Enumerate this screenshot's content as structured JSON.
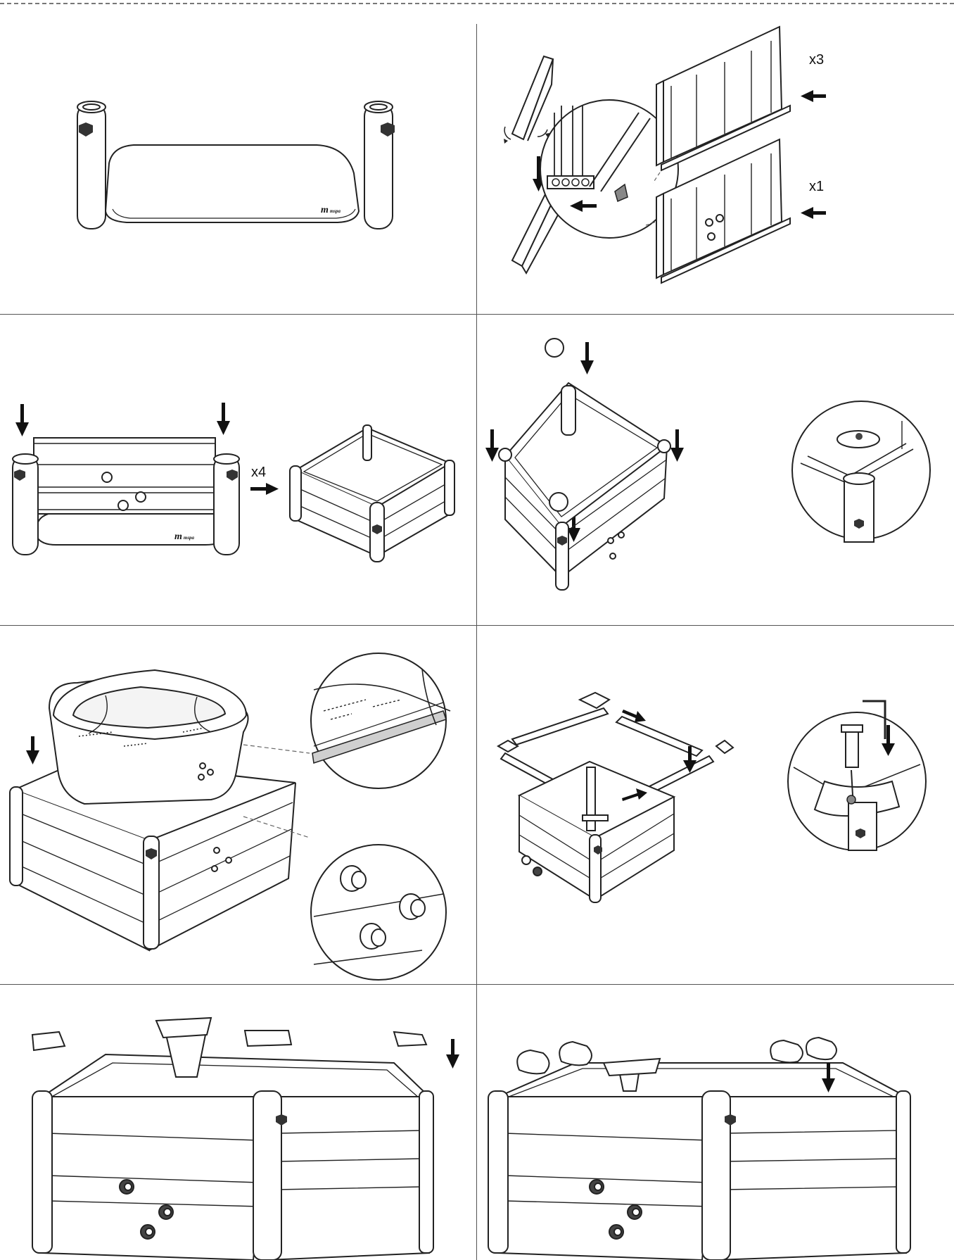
{
  "labels": {
    "frame_top_count": "x3",
    "frame_bottom_count": "x1",
    "assemble_repeat": "x4"
  },
  "brand": {
    "logo_mark": "m",
    "logo_word": "mspa"
  },
  "icons": [
    "down-arrow-icon",
    "left-arrow-icon",
    "right-arrow-icon",
    "rotate-icon",
    "badge-icon"
  ],
  "colors": {
    "line": "#222222",
    "divider": "#555555",
    "fill": "#ffffff",
    "shade": "#d4d4d4"
  }
}
